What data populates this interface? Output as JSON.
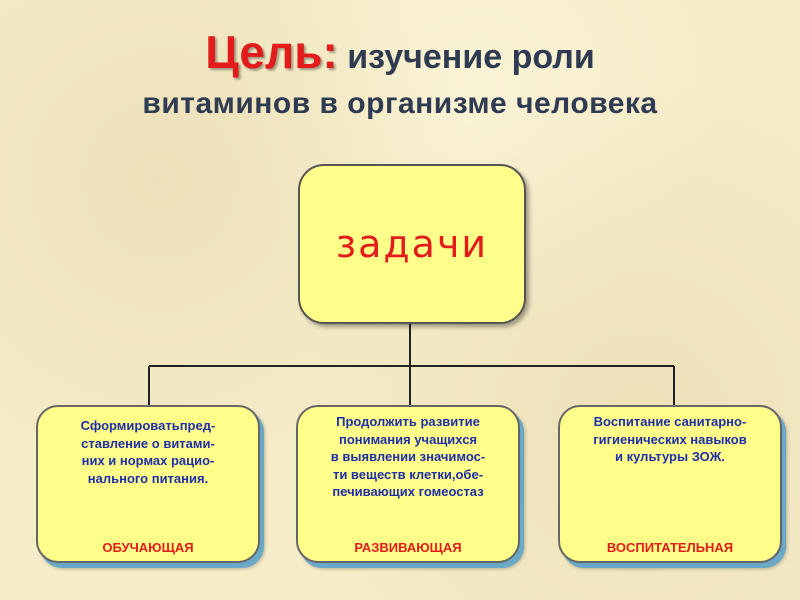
{
  "title": {
    "goal_word": "Цель:",
    "line1_rest": "изучение роли",
    "line2": "витаминов в организме человека"
  },
  "top_box": {
    "label": "задачи"
  },
  "tasks": [
    {
      "lines": [
        "Сформироватьпред-",
        "ставление о витами-",
        "них и нормах рацио-",
        "нального питания."
      ],
      "kind": "ОБУЧАЮЩАЯ"
    },
    {
      "lines": [
        "Продолжить развитие",
        "понимания учащихся",
        "в выявлении значимос-",
        "ти веществ клетки,обе-",
        "печивающих гомеостаз"
      ],
      "kind": "РАЗВИВАЮЩАЯ"
    },
    {
      "lines": [
        "Воспитание санитарно-",
        "гигиенических навыков",
        "и культуры ЗОЖ."
      ],
      "kind": "ВОСПИТАТЕЛЬНАЯ"
    }
  ],
  "colors": {
    "title_text": "#2f3b52",
    "goal_red": "#e31b1b",
    "box_fill": "#ffff8a",
    "task_text": "#1f2fa8",
    "background": "#f5ecc8"
  }
}
